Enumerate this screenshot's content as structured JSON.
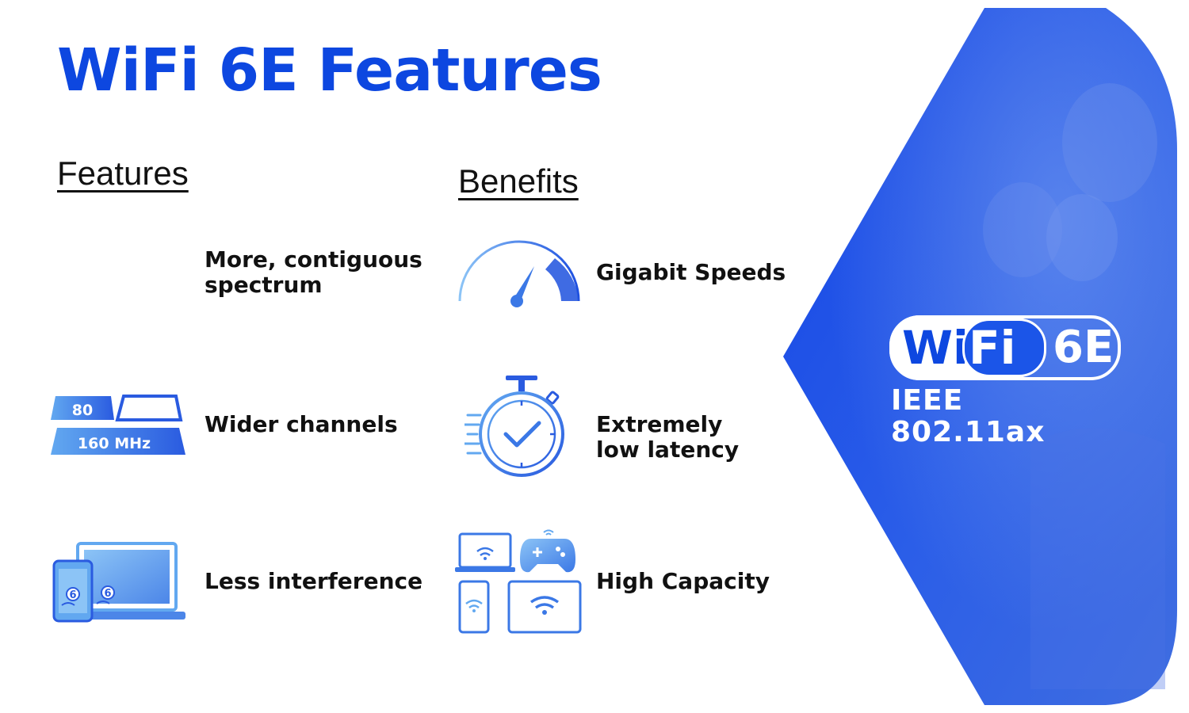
{
  "title": "WiFi 6E Features",
  "features": {
    "heading": "Features",
    "items": [
      {
        "label_line1": "More, contiguous",
        "label_line2": "spectrum",
        "icon": "sound-wave-icon"
      },
      {
        "label_line1": "Wider channels",
        "label_line2": "",
        "icon": "channel-width-icon",
        "channel_small": "80",
        "channel_large": "160 MHz"
      },
      {
        "label_line1": "Less interference",
        "label_line2": "",
        "icon": "devices-6e-icon",
        "device_badge": "6"
      }
    ]
  },
  "benefits": {
    "heading": "Benefits",
    "items": [
      {
        "label_line1": "Gigabit Speeds",
        "label_line2": "",
        "icon": "speedometer-icon"
      },
      {
        "label_line1": "Extremely",
        "label_line2": "low latency",
        "icon": "stopwatch-icon"
      },
      {
        "label_line1": "High Capacity",
        "label_line2": "",
        "icon": "multi-device-icon"
      }
    ]
  },
  "badge": {
    "wi": "Wi",
    "fi": "Fi",
    "gen": "6E",
    "standard": "IEEE 802.11ax"
  },
  "colors": {
    "brand_blue": "#0d47e0",
    "icon_light": "#62a8f0",
    "icon_dark": "#2a5be0"
  }
}
